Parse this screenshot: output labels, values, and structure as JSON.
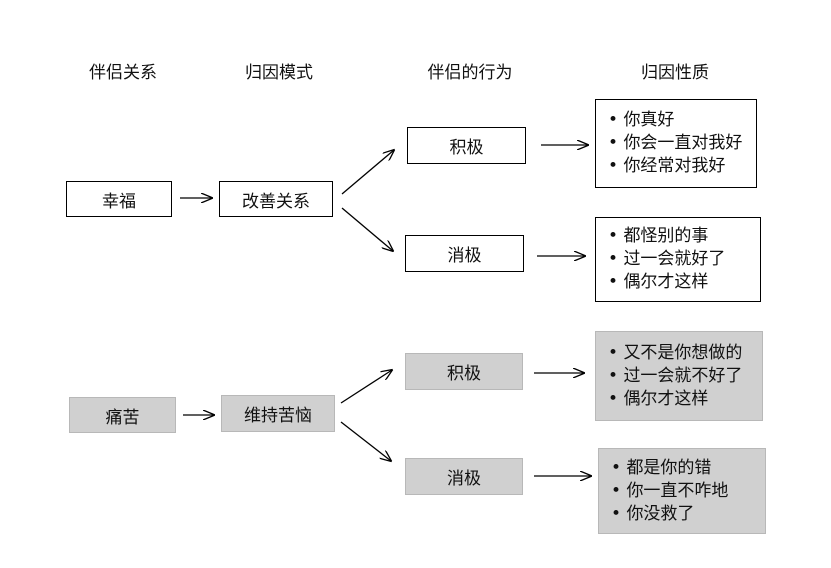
{
  "headers": {
    "relationship": "伴侣关系",
    "attribution_mode": "归因模式",
    "partner_behavior": "伴侣的行为",
    "attribution_nature": "归因性质"
  },
  "happy_row": {
    "relationship": "幸福",
    "mode": "改善关系",
    "positive": {
      "behavior": "积极",
      "items": [
        "你真好",
        "你会一直对我好",
        "你经常对我好"
      ]
    },
    "negative": {
      "behavior": "消极",
      "items": [
        "都怪别的事",
        "过一会就好了",
        "偶尔才这样"
      ]
    }
  },
  "distress_row": {
    "relationship": "痛苦",
    "mode": "维持苦恼",
    "positive": {
      "behavior": "积极",
      "items": [
        "又不是你想做的",
        "过一会就不好了",
        "偶尔才这样"
      ]
    },
    "negative": {
      "behavior": "消极",
      "items": [
        "都是你的错",
        "你一直不咋地",
        "你没救了"
      ]
    }
  },
  "colors": {
    "box_border": "#000000",
    "gray_fill": "#d0d0d0",
    "gray_border": "#b8b8b8",
    "arrow": "#000000"
  }
}
